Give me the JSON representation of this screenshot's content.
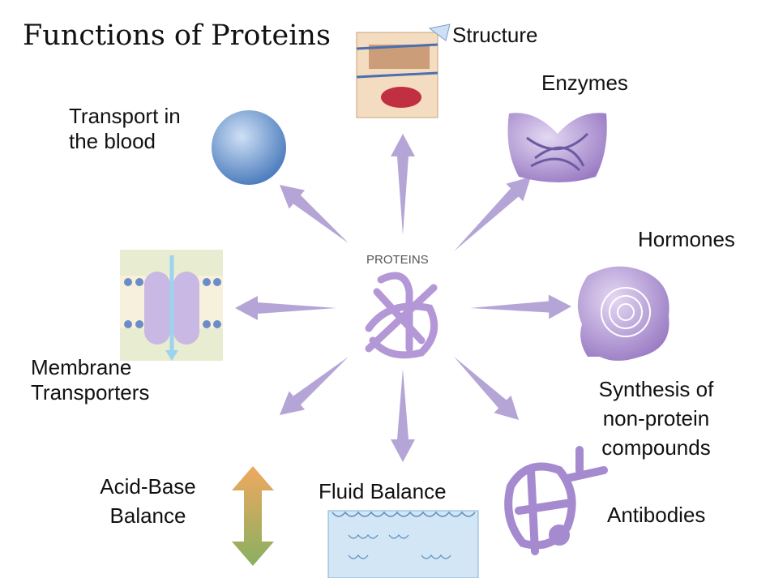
{
  "title": "Functions of Proteins",
  "center_label": "PROTEINS",
  "functions": {
    "structure": "Structure",
    "enzymes": "Enzymes",
    "transport": [
      "Transport in",
      "the blood"
    ],
    "hormones": "Hormones",
    "membrane": [
      "Membrane",
      "Transporters"
    ],
    "synthesis": [
      "Synthesis of",
      "non-protein",
      "compounds"
    ],
    "acid_base": [
      "Acid-Base",
      "Balance"
    ],
    "fluid": "Fluid Balance",
    "antibodies": "Antibodies"
  },
  "colors": {
    "arrow": "#b5a5d6",
    "protein": "#a98bcc",
    "sphere": "#6f9bd1",
    "water": "#d3e6f5"
  }
}
